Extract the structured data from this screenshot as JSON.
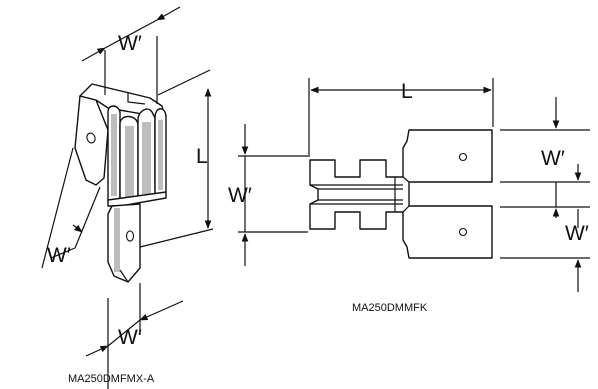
{
  "left_part": {
    "caption": "MA250DMFMX-A",
    "dim_top_width": "W′",
    "dim_length": "L",
    "dim_diag_width": "W′",
    "dim_bottom_width": "W′"
  },
  "right_part": {
    "caption": "MA250DMMFK",
    "dim_length": "L",
    "dim_left_width": "W′",
    "dim_right_upper_width": "W′",
    "dim_right_lower_width": "W′"
  },
  "colors": {
    "line": "#111111",
    "shading": "#bdbdbd",
    "background": "#ffffff"
  }
}
